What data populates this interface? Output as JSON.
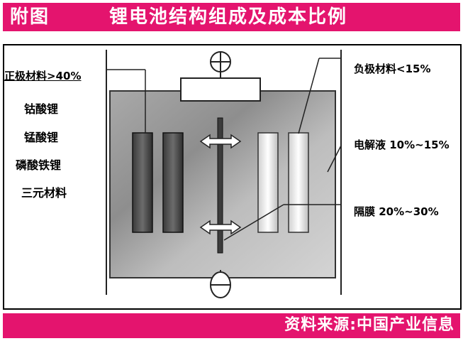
{
  "header": {
    "lead": "附图",
    "title": "锂电池结构组成及成本比例"
  },
  "labels": {
    "cathode_title": "正极材料>40%",
    "cathode_items": [
      "钴酸锂",
      "锰酸锂",
      "磷酸铁锂",
      "三元材料"
    ],
    "anode": "负极材料<15%",
    "electrolyte": "电解液 10%~15%",
    "separator": "隔膜 20%~30%"
  },
  "terminals": {
    "positive": "⊕",
    "negative": "⊖"
  },
  "footer": {
    "source": "资料来源:中国产业信息"
  },
  "colors": {
    "accent": "#e4146e"
  }
}
